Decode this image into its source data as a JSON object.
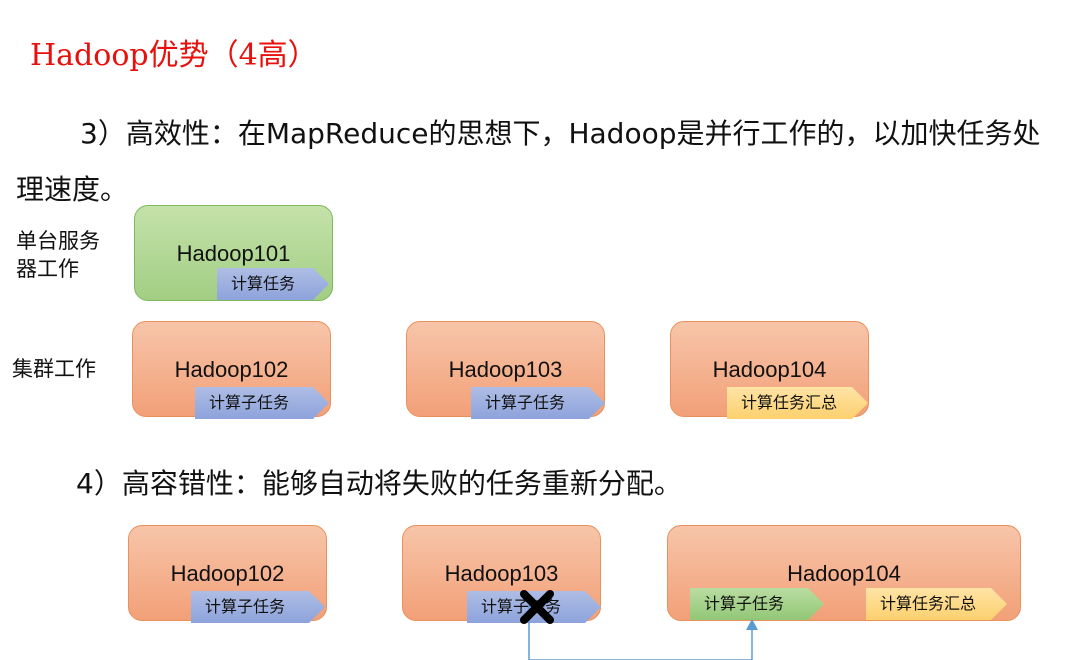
{
  "title": "Hadoop优势（4高）",
  "efficiency": {
    "line1": "3）高效性：在MapReduce的思想下，Hadoop是并行工作的，以加快任务处",
    "line2": "理速度。",
    "single_label": "单台服务\n器工作",
    "single_server": {
      "name": "Hadoop101",
      "tag": "计算任务"
    },
    "cluster_label": "集群工作",
    "cluster_servers": [
      {
        "name": "Hadoop102",
        "tag": "计算子任务"
      },
      {
        "name": "Hadoop103",
        "tag": "计算子任务"
      },
      {
        "name": "Hadoop104",
        "tag": "计算任务汇总"
      }
    ]
  },
  "fault_tolerance": {
    "line": "4）高容错性：能够自动将失败的任务重新分配。",
    "servers": [
      {
        "name": "Hadoop102",
        "tag": "计算子任务"
      },
      {
        "name": "Hadoop103",
        "tag": "计算子任务",
        "status": "failed"
      },
      {
        "name": "Hadoop104",
        "tags": [
          "计算子任务",
          "计算任务汇总"
        ]
      }
    ]
  },
  "colors": {
    "title": "#e8100c",
    "server_orange": "#f2a078",
    "server_green": "#a2ce83",
    "tag_blue": "#8ea3dc",
    "tag_yellow": "#fcd06e",
    "tag_green": "#92c777",
    "connector": "#5b9bd5"
  },
  "icons": {
    "failure": "x-mark-icon"
  }
}
